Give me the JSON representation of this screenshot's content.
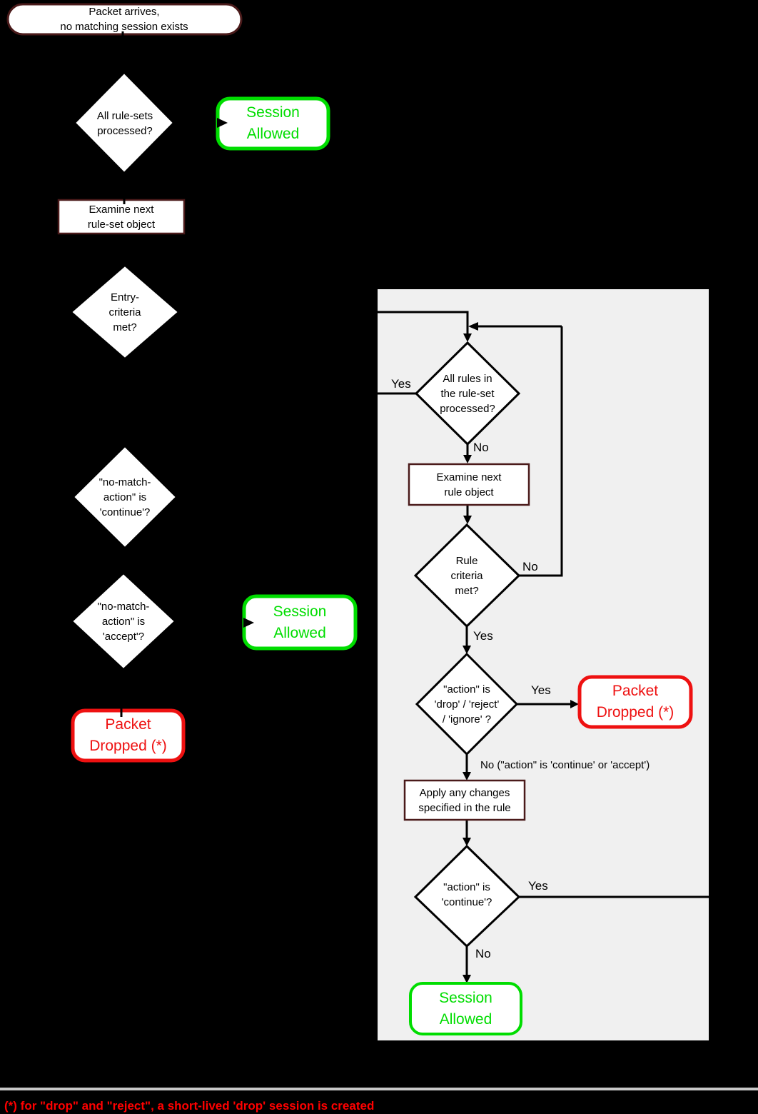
{
  "title": "Packet / rule-set processing flowchart",
  "colors": {
    "background": "#000000",
    "panel_background": "#f0f0f0",
    "box_border": "#4a1a1a",
    "allow_green": "#00dd00",
    "drop_red": "#ee1111",
    "footer_red": "#ff0000",
    "line": "#000000",
    "separator_gray": "#c8c8c8"
  },
  "nodes": {
    "start": {
      "label": "Packet arrives,\nno matching session exists"
    },
    "all_rulesets": {
      "label": "All rule-sets\nprocessed?"
    },
    "session_allowed_1": {
      "label": "Session\nAllowed"
    },
    "examine_ruleset": {
      "label": "Examine next\nrule-set object"
    },
    "entry_criteria": {
      "label": "Entry-\ncriteria\nmet?"
    },
    "no_match_continue": {
      "label": "\"no-match-\naction\" is\n'continue'?"
    },
    "no_match_accept": {
      "label": "\"no-match-\naction\" is\n'accept'?"
    },
    "session_allowed_2": {
      "label": "Session\nAllowed"
    },
    "packet_dropped_left": {
      "label": "Packet\nDropped (*)"
    },
    "all_rules": {
      "label": "All rules in\nthe rule-set\nprocessed?"
    },
    "examine_rule": {
      "label": "Examine next\nrule object"
    },
    "rule_criteria": {
      "label": "Rule\ncriteria\nmet?"
    },
    "action_drop": {
      "label": "\"action\" is\n'drop' / 'reject'\n/ 'ignore' ?"
    },
    "packet_dropped_right": {
      "label": "Packet\nDropped (*)"
    },
    "apply_changes": {
      "label": "Apply any changes\nspecified in the rule"
    },
    "action_continue": {
      "label": "\"action\" is\n'continue'?"
    },
    "session_allowed_3": {
      "label": "Session\nAllowed"
    }
  },
  "edge_labels": {
    "all_rules_yes": "Yes",
    "all_rules_no": "No",
    "rule_criteria_no": "No",
    "rule_criteria_yes": "Yes",
    "action_drop_yes": "Yes",
    "action_drop_no": "No (\"action\" is 'continue' or 'accept')",
    "action_continue_yes": "Yes",
    "action_continue_no": "No"
  },
  "footer": {
    "note": "(*) for \"drop\" and \"reject\", a short-lived 'drop' session is created"
  }
}
